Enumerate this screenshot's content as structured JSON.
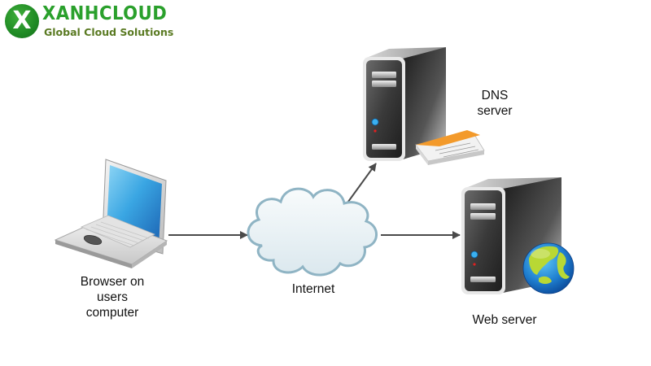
{
  "logo": {
    "mark": "X",
    "title": "XANHCLOUD",
    "tagline": "Global Cloud Solutions",
    "brand_color": "#2aa02c"
  },
  "nodes": {
    "client": {
      "label_lines": [
        "Browser on",
        "users",
        "computer"
      ],
      "icon": "laptop-icon"
    },
    "internet": {
      "label": "Internet",
      "icon": "cloud-icon"
    },
    "dns": {
      "label_lines": [
        "DNS",
        "server"
      ],
      "icon": "server-icon",
      "accessory": "book-icon"
    },
    "web": {
      "label": "Web server",
      "icon": "server-icon",
      "accessory": "globe-icon"
    }
  },
  "edges": [
    {
      "from": "client",
      "to": "internet"
    },
    {
      "from": "internet",
      "to": "dns"
    },
    {
      "from": "internet",
      "to": "web"
    }
  ],
  "colors": {
    "arrow": "#4a4a4a",
    "screen": "#2a8fd8",
    "cloud_fill": "#eef4f7",
    "cloud_stroke": "#8fb4c4",
    "server_dark": "#2b2b2b",
    "book_orange": "#f39a2b",
    "globe_blue": "#1f7fd0",
    "globe_land": "#b8d834"
  }
}
